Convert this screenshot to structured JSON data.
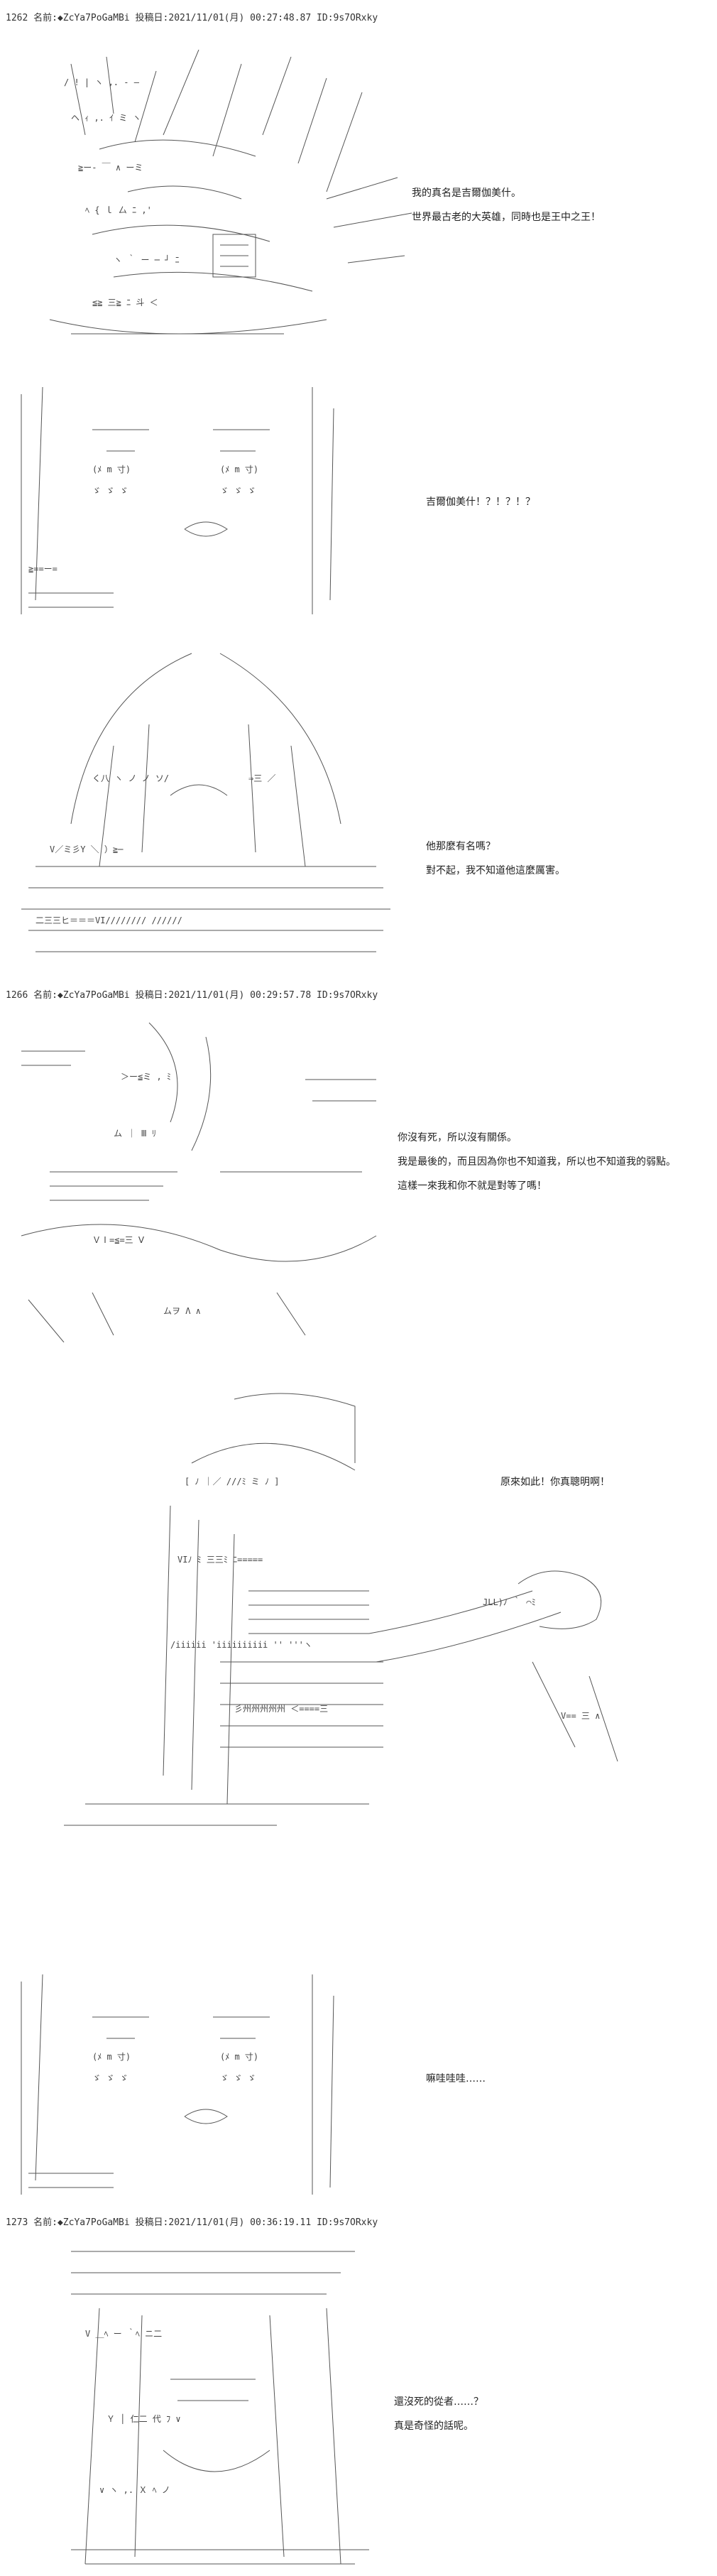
{
  "posts": [
    {
      "number": "1262",
      "name_label": "名前:",
      "name": "◆ZcYa7PoGaMBi",
      "mail_label": "投稿日:",
      "date": "2021/11/01(月) 00:27:48.87",
      "id": "ID:9s7ORxky"
    },
    {
      "number": "1266",
      "name_label": "名前:",
      "name": "◆ZcYa7PoGaMBi",
      "mail_label": "投稿日:",
      "date": "2021/11/01(月) 00:29:57.78",
      "id": "ID:9s7ORxky"
    },
    {
      "number": "1273",
      "name_label": "名前:",
      "name": "◆ZcYa7PoGaMBi",
      "mail_label": "投稿日:",
      "date": "2021/11/01(月) 00:36:19.11",
      "id": "ID:9s7ORxky"
    }
  ],
  "dialogues": [
    {
      "lines": [
        "我的真名是吉爾伽美什。",
        "世界最古老的大英雄，同時也是王中之王！"
      ]
    },
    {
      "lines": [
        "吉爾伽美什！？！？！？"
      ]
    },
    {
      "lines": [
        "他那麼有名嗎？",
        "對不起，我不知道他這麼厲害。"
      ]
    },
    {
      "lines": [
        "你沒有死，所以沒有關係。",
        "我是最後的，而且因為你也不知道我，所以也不知道我的弱點。",
        "這樣一來我和你不就是對等了嗎！"
      ]
    },
    {
      "lines": [
        "原來如此！你真聰明啊！"
      ]
    },
    {
      "lines": [
        "嘛哇哇哇……"
      ]
    },
    {
      "lines": [
        "還沒死的從者……？",
        "真是奇怪的話呢。"
      ]
    }
  ]
}
